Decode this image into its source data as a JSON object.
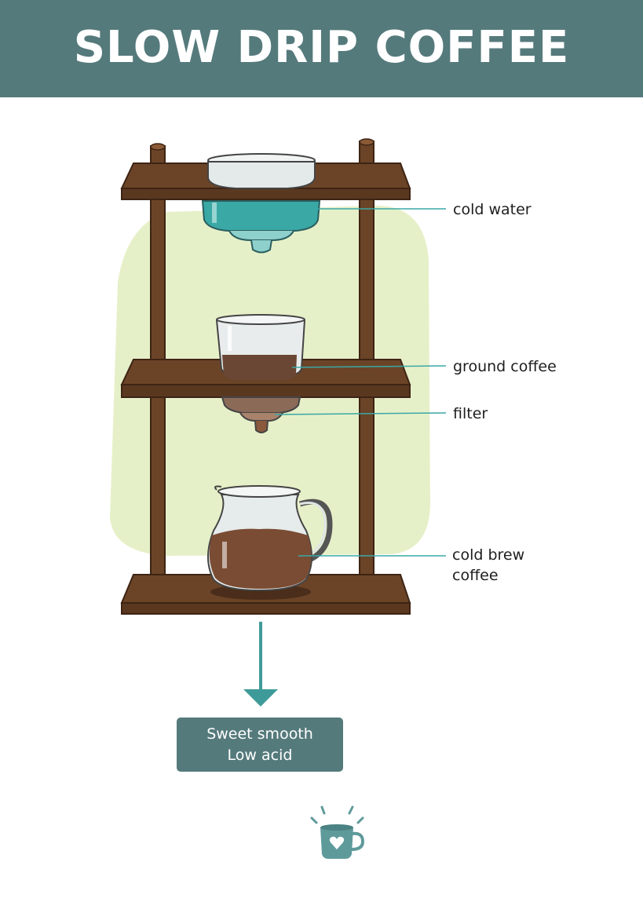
{
  "header": {
    "title": "SLOW DRIP COFFEE"
  },
  "labels": {
    "cold_water": "cold water",
    "ground_coffee": "ground coffee",
    "filter": "filter",
    "cold_brew_line1": "cold brew",
    "cold_brew_line2": "coffee"
  },
  "result": {
    "line1": "Sweet smooth",
    "line2": "Low acid"
  },
  "colors": {
    "header": "#557a7c",
    "wood": "#6b4427",
    "wood_dark": "#3d2414",
    "blob": "#e6f0c8",
    "water": "#3aa8a5",
    "coffee": "#6a4734",
    "brew": "#7a4c33",
    "leader_line": "#3aa8a5",
    "arrow": "#3f9b99",
    "mug": "#5f9a9b"
  },
  "icons": [
    "down-arrow-icon",
    "mug-heart-icon"
  ]
}
